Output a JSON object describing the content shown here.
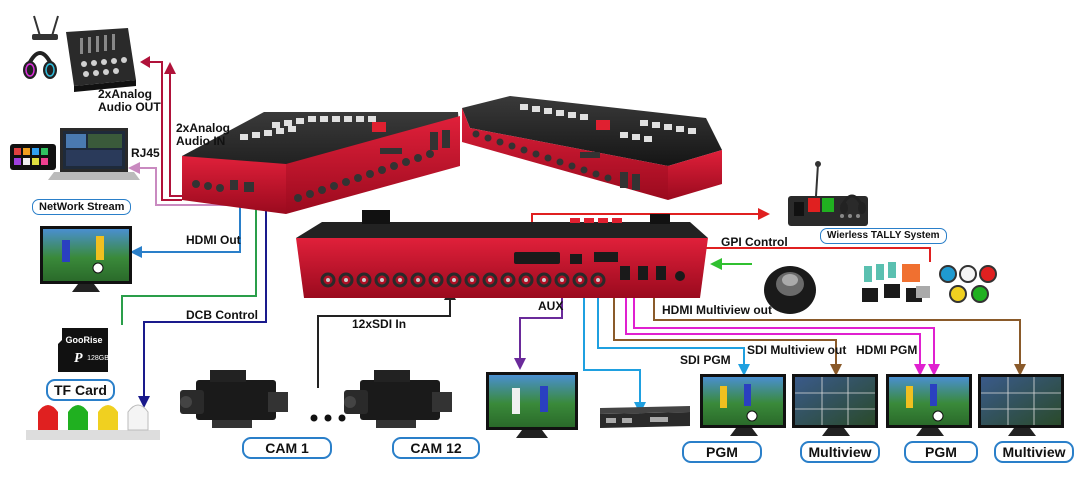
{
  "labels": {
    "analog_audio_out": [
      "2xAnalog",
      "Audio OUT"
    ],
    "analog_audio_in": [
      "2xAnalog",
      "Audio IN"
    ],
    "rj45": "RJ45",
    "hdmi_out": "HDMI Out",
    "dcb_control": "DCB Control",
    "sdi_in": "12xSDI In",
    "aux": "AUX",
    "gpi_control": "GPI Control",
    "hdmi_multiview_out": "HDMI Multiview out",
    "sdi_pgm": "SDI PGM",
    "sdi_multiview_out": "SDI Multiview out",
    "hdmi_pgm": "HDMI PGM",
    "tf_card_brand": "GooRise",
    "tf_card_capacity": "128GB"
  },
  "pills": {
    "network_stream": "NetWork Stream",
    "tf_card": "TF Card",
    "cam1": "CAM 1",
    "cam12": "CAM 12",
    "pgm_sdi": "PGM",
    "multiview_sdi": "Multiview",
    "pgm_hdmi": "PGM",
    "multiview_hdmi": "Multiview",
    "wireless_tally": "Wierless TALLY System"
  },
  "colors": {
    "audio": "#b0123a",
    "network": "#c98ac0",
    "hdmi_out": "#2a7fc9",
    "dcb": "#2a9e4a",
    "tally_lamp": "#1a1a8c",
    "sdi_in": "#222222",
    "aux": "#6a2a9a",
    "gpi": "#e02020",
    "gpi_in": "#30c030",
    "sdi_pgm": "#1fa0e0",
    "multiview": "#8a5a2a",
    "hdmi_pgm": "#e020d0",
    "switcher_red": "#c8102e",
    "pill_border": "#2a7fc9"
  }
}
